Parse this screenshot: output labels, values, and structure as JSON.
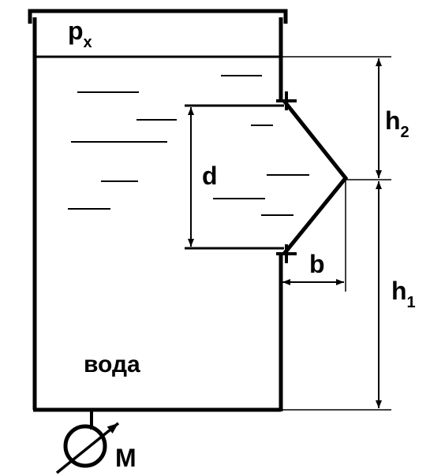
{
  "diagram": {
    "pressure": {
      "main": "p",
      "sub": "x"
    },
    "liquid_label": "вода",
    "dimensions": {
      "d": "d",
      "b": "b",
      "h1": {
        "main": "h",
        "sub": "1"
      },
      "h2": {
        "main": "h",
        "sub": "2"
      }
    },
    "gauge_label": "M"
  }
}
